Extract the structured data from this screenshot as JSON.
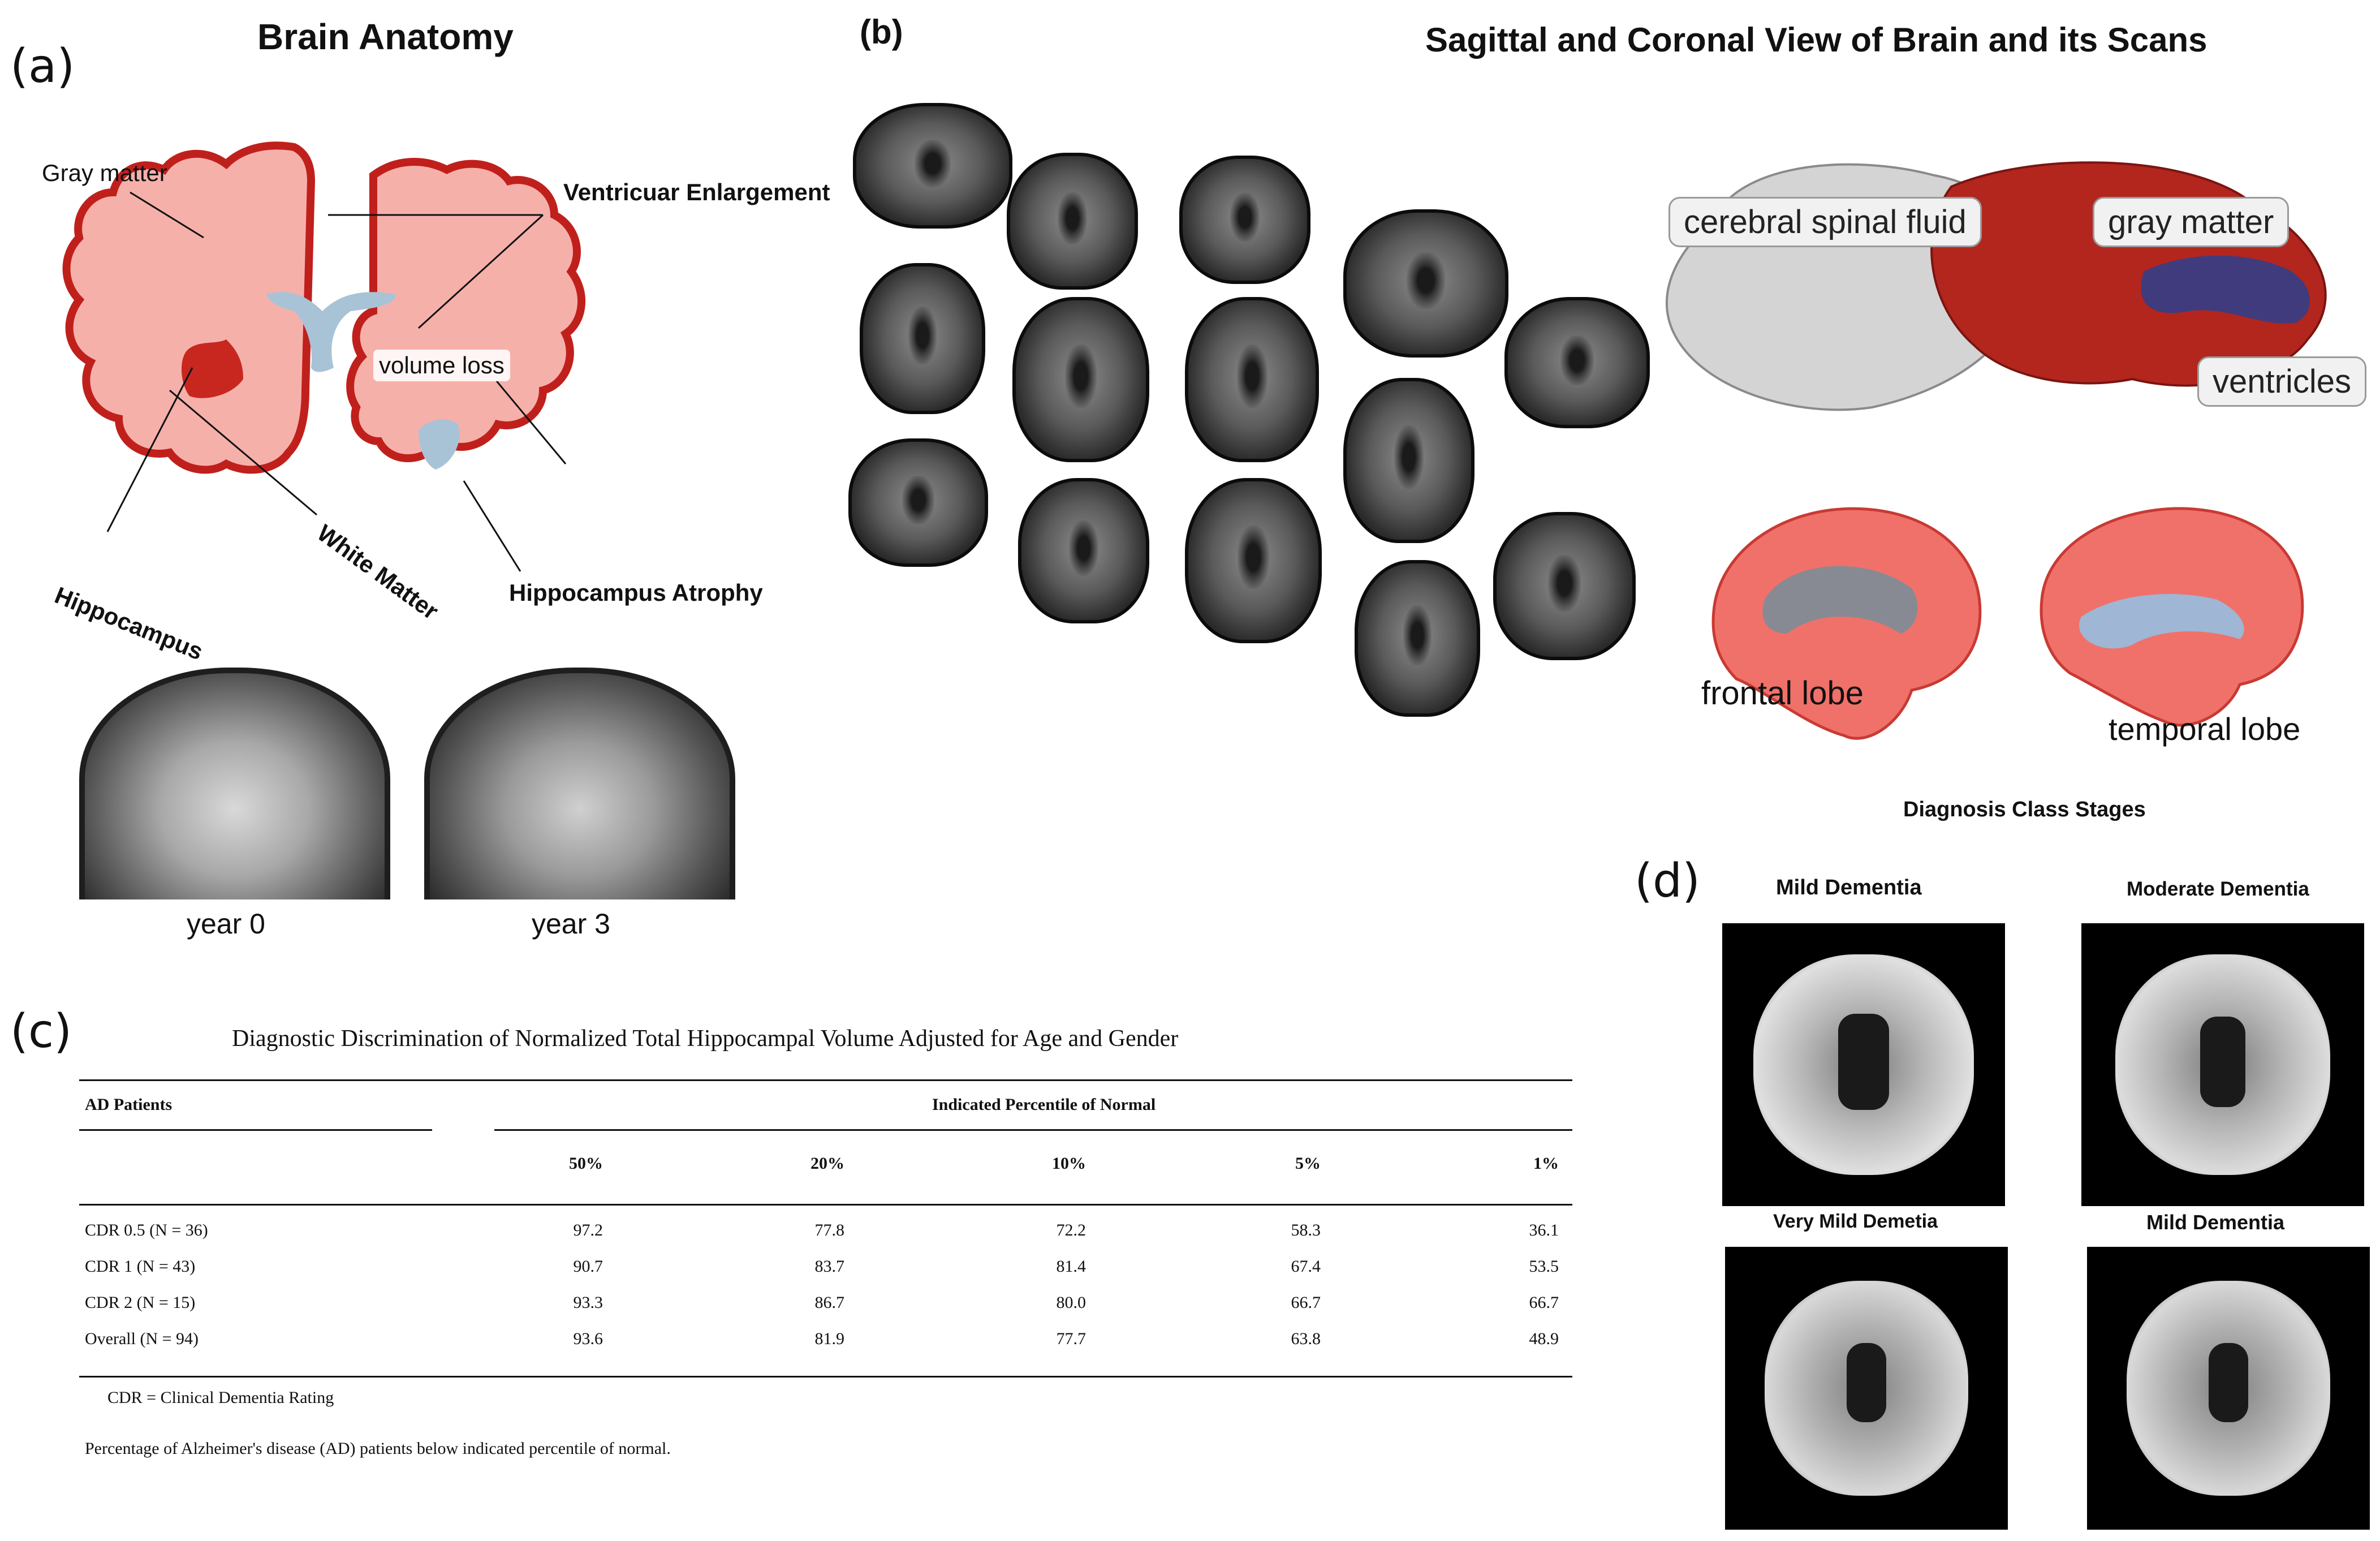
{
  "panel_a": {
    "label": "(a)",
    "title": "Brain Anatomy",
    "labels": {
      "gray_matter": "Gray matter",
      "ventricular": "Ventricuar Enlargement",
      "volume_loss": "volume loss",
      "hippocampus": "Hippocampus",
      "white_matter": "White Matter",
      "hippocampus_atrophy": "Hippocampus Atrophy"
    },
    "year0": "year 0",
    "year3": "year 3"
  },
  "panel_b": {
    "label": "(b)",
    "title": "Sagittal and Coronal View of Brain and its Scans",
    "labels": {
      "csf": "cerebral spinal fluid",
      "gray_matter": "gray matter",
      "ventricles": "ventricles",
      "frontal_lobe": "frontal lobe",
      "temporal_lobe": "temporal lobe"
    }
  },
  "panel_c": {
    "label": "(c)",
    "title": "Diagnostic Discrimination of Normalized Total Hippocampal Volume Adjusted for Age and Gender",
    "col_group_left": "AD Patients",
    "col_group_right": "Indicated Percentile of Normal",
    "percentiles": [
      "50%",
      "20%",
      "10%",
      "5%",
      "1%"
    ],
    "rows": [
      {
        "label": "CDR 0.5 (N = 36)",
        "values": [
          "97.2",
          "77.8",
          "72.2",
          "58.3",
          "36.1"
        ]
      },
      {
        "label": "CDR 1 (N = 43)",
        "values": [
          "90.7",
          "83.7",
          "81.4",
          "67.4",
          "53.5"
        ]
      },
      {
        "label": "CDR 2 (N = 15)",
        "values": [
          "93.3",
          "86.7",
          "80.0",
          "66.7",
          "66.7"
        ]
      },
      {
        "label": "Overall (N = 94)",
        "values": [
          "93.6",
          "81.9",
          "77.7",
          "63.8",
          "48.9"
        ]
      }
    ],
    "footnote1": "CDR = Clinical Dementia Rating",
    "footnote2": "Percentage of Alzheimer's disease (AD) patients below indicated percentile of normal."
  },
  "panel_d": {
    "label": "(d)",
    "title": "Diagnosis Class Stages",
    "stages": [
      "Mild Dementia",
      "Moderate Dementia",
      "Very Mild Demetia",
      "Mild Dementia"
    ]
  }
}
